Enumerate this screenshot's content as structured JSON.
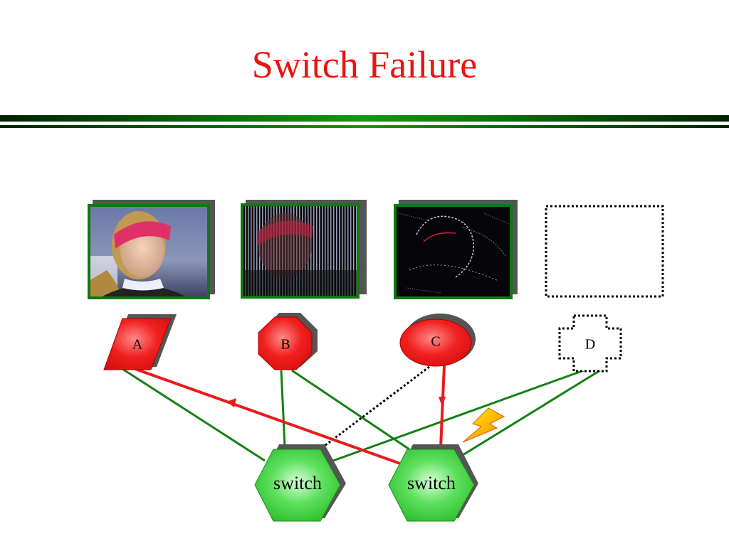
{
  "slide": {
    "title": "Switch Failure",
    "title_color": "#ee1111"
  },
  "colors": {
    "rule_dark": "#002200",
    "rule_green": "#109a10",
    "endpoint_fill": "#ef1c24",
    "switch_fill": "#44d844",
    "link_green": "#158015",
    "link_red": "#e81c1c",
    "shadow": "#555555",
    "frame_green": "#107810",
    "bolt": "#ffb000"
  },
  "video_frames": [
    {
      "id": "A",
      "state": "clear video"
    },
    {
      "id": "B",
      "state": "striped / corrupted"
    },
    {
      "id": "C",
      "state": "edge outlines only"
    },
    {
      "id": "D",
      "state": "empty (dotted outline)"
    }
  ],
  "nodes": {
    "a": {
      "label": "A",
      "shape": "parallelogram"
    },
    "b": {
      "label": "B",
      "shape": "octagon"
    },
    "c": {
      "label": "C",
      "shape": "ellipse"
    },
    "d": {
      "label": "D",
      "shape": "cross",
      "style": "dotted outline"
    },
    "switch_left": {
      "label": "switch",
      "shape": "hexagon"
    },
    "switch_right": {
      "label": "switch",
      "shape": "hexagon"
    }
  },
  "links": [
    {
      "from": "A",
      "to": "switch_left",
      "color": "green"
    },
    {
      "from": "B",
      "to": "switch_left",
      "color": "green"
    },
    {
      "from": "B",
      "to": "switch_right",
      "color": "green"
    },
    {
      "from": "D",
      "to": "switch_left",
      "color": "green"
    },
    {
      "from": "D",
      "to": "switch_right",
      "color": "green"
    },
    {
      "from": "C",
      "to": "switch_left",
      "color": "black",
      "style": "dotted"
    },
    {
      "from": "C",
      "to": "switch_right",
      "color": "red",
      "arrow": "toward switch"
    },
    {
      "from": "switch_right",
      "to": "A",
      "color": "red",
      "arrow": "toward A"
    }
  ],
  "icons": {
    "failure": "lightning-bolt-icon"
  }
}
